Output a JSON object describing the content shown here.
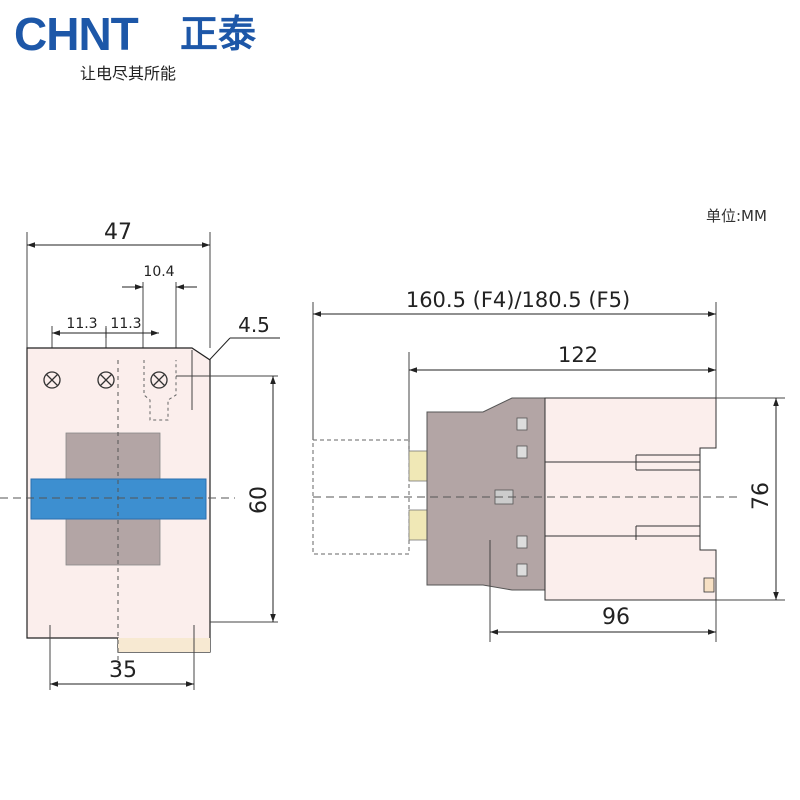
{
  "brand": {
    "name_en": "CHNT",
    "name_cn": "正泰",
    "tagline": "让电尽其所能",
    "color": "#1d57a8"
  },
  "unit_label": "单位:MM",
  "colors": {
    "body_fill": "#fbeeec",
    "body_stroke": "#222222",
    "housing_gray": "#b3a5a5",
    "blue_bar": "#3d8fd0",
    "line": "#222222",
    "dash": "#555555"
  },
  "dimensions": {
    "front_width": "47",
    "terminal_pitch_1": "11.3",
    "terminal_pitch_2": "11.3",
    "terminal_offset": "10.4",
    "edge_offset": "4.5",
    "front_height": "60",
    "rail_width": "35",
    "overall_length": "160.5 (F4)/180.5 (F5)",
    "body_length": "122",
    "side_height": "76",
    "base_length": "96"
  }
}
